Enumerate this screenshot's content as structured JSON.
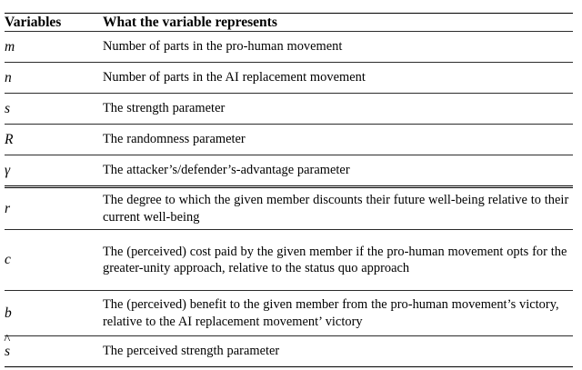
{
  "document": {
    "caption_fragment": "",
    "table": {
      "headers": [
        "Variables",
        "What the variable represents"
      ],
      "sections": [
        {
          "rows": [
            {
              "symbol": "m",
              "hat": false,
              "description": "Number of parts in the pro-human movement"
            },
            {
              "symbol": "n",
              "hat": false,
              "description": "Number of parts in the AI replacement movement"
            },
            {
              "symbol": "s",
              "hat": false,
              "description": "The strength parameter"
            },
            {
              "symbol": "R",
              "hat": false,
              "description": "The randomness parameter"
            },
            {
              "symbol": "γ",
              "hat": false,
              "description": "The attacker’s/defender’s-advantage parameter"
            }
          ]
        },
        {
          "rows": [
            {
              "symbol": "r",
              "hat": false,
              "description": "The degree to which the given member discounts their future well-being relative to their current well-being"
            },
            {
              "symbol": "c",
              "hat": false,
              "description": "The (perceived) cost paid by the given member if the pro-human movement opts for the greater-unity approach, relative to the status quo approach"
            },
            {
              "symbol": "b",
              "hat": false,
              "description": "The (perceived) benefit to the given member from the pro-human movement’s victory, relative to the AI replacement movement’ victory"
            },
            {
              "symbol": "s",
              "hat": true,
              "description": "The perceived strength parameter"
            }
          ]
        }
      ]
    }
  }
}
